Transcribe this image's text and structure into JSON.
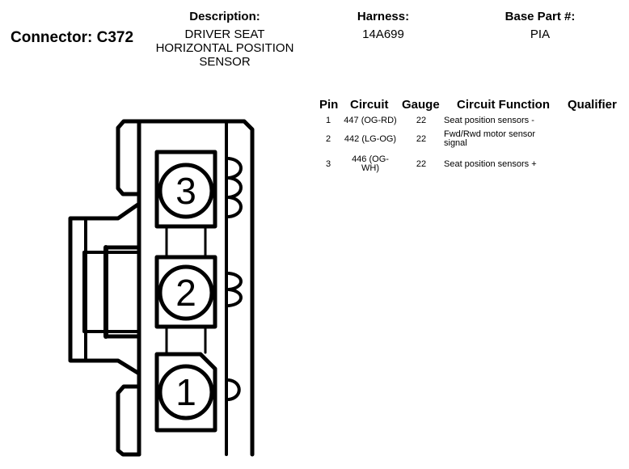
{
  "connector": {
    "label": "Connector: C372"
  },
  "description": {
    "header": "Description:",
    "lines": [
      "DRIVER SEAT",
      "HORIZONTAL POSITION",
      "SENSOR"
    ]
  },
  "harness": {
    "header": "Harness:",
    "value": "14A699"
  },
  "base_part": {
    "header": "Base Part #:",
    "value": "PIA"
  },
  "table": {
    "headers": {
      "pin": "Pin",
      "circuit": "Circuit",
      "gauge": "Gauge",
      "function": "Circuit Function",
      "qualifier": "Qualifier"
    },
    "rows": [
      {
        "pin": "1",
        "circuit": [
          "447 (OG-RD)"
        ],
        "gauge": "22",
        "function": [
          "Seat position sensors -"
        ],
        "qualifier": ""
      },
      {
        "pin": "2",
        "circuit": [
          "442 (LG-OG)"
        ],
        "gauge": "22",
        "function": [
          "Fwd/Rwd motor sensor",
          "signal"
        ],
        "qualifier": ""
      },
      {
        "pin": "3",
        "circuit": [
          "446 (OG-",
          "WH)"
        ],
        "gauge": "22",
        "function": [
          "Seat position sensors +"
        ],
        "qualifier": ""
      }
    ]
  },
  "diagram": {
    "pin_labels": [
      "3",
      "2",
      "1"
    ]
  }
}
